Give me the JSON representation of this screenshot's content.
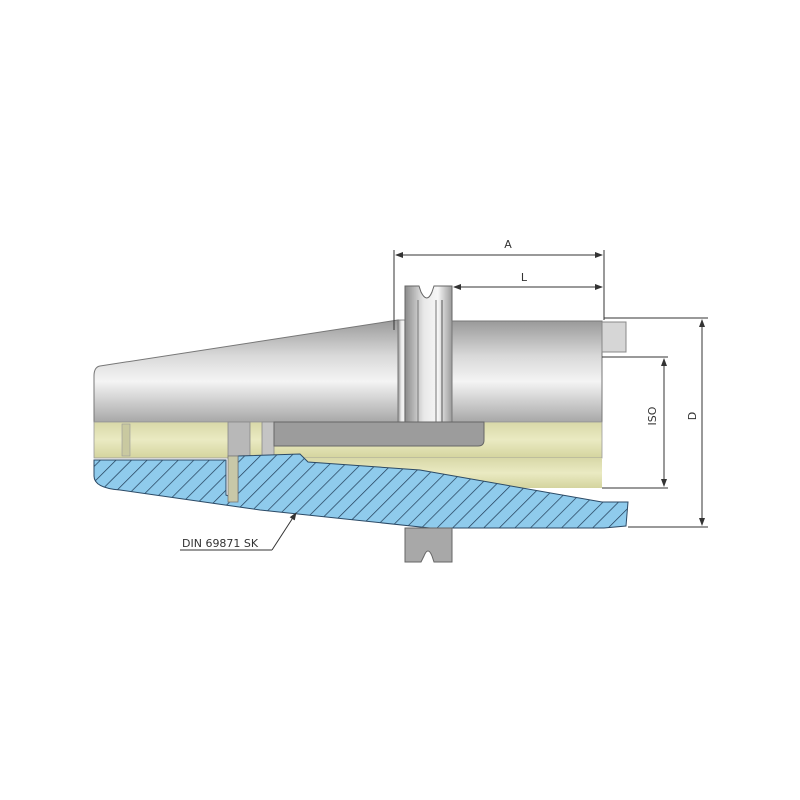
{
  "diagram": {
    "title": "Tool holder cross-section (SK taper)",
    "dimensions": {
      "A": "A",
      "L": "L",
      "ISO": "ISO",
      "D": "D"
    },
    "callout": {
      "label": "DIN 69871 SK"
    },
    "colors": {
      "background": "#ffffff",
      "steel_light": "#f2f2f2",
      "steel_mid": "#c8c8c8",
      "steel_dark": "#8e8e8e",
      "bore_yellow": "#e3e3b4",
      "section_blue": "#8cc8ea",
      "hatch": "#1f3a55",
      "dim_line": "#333333"
    }
  }
}
